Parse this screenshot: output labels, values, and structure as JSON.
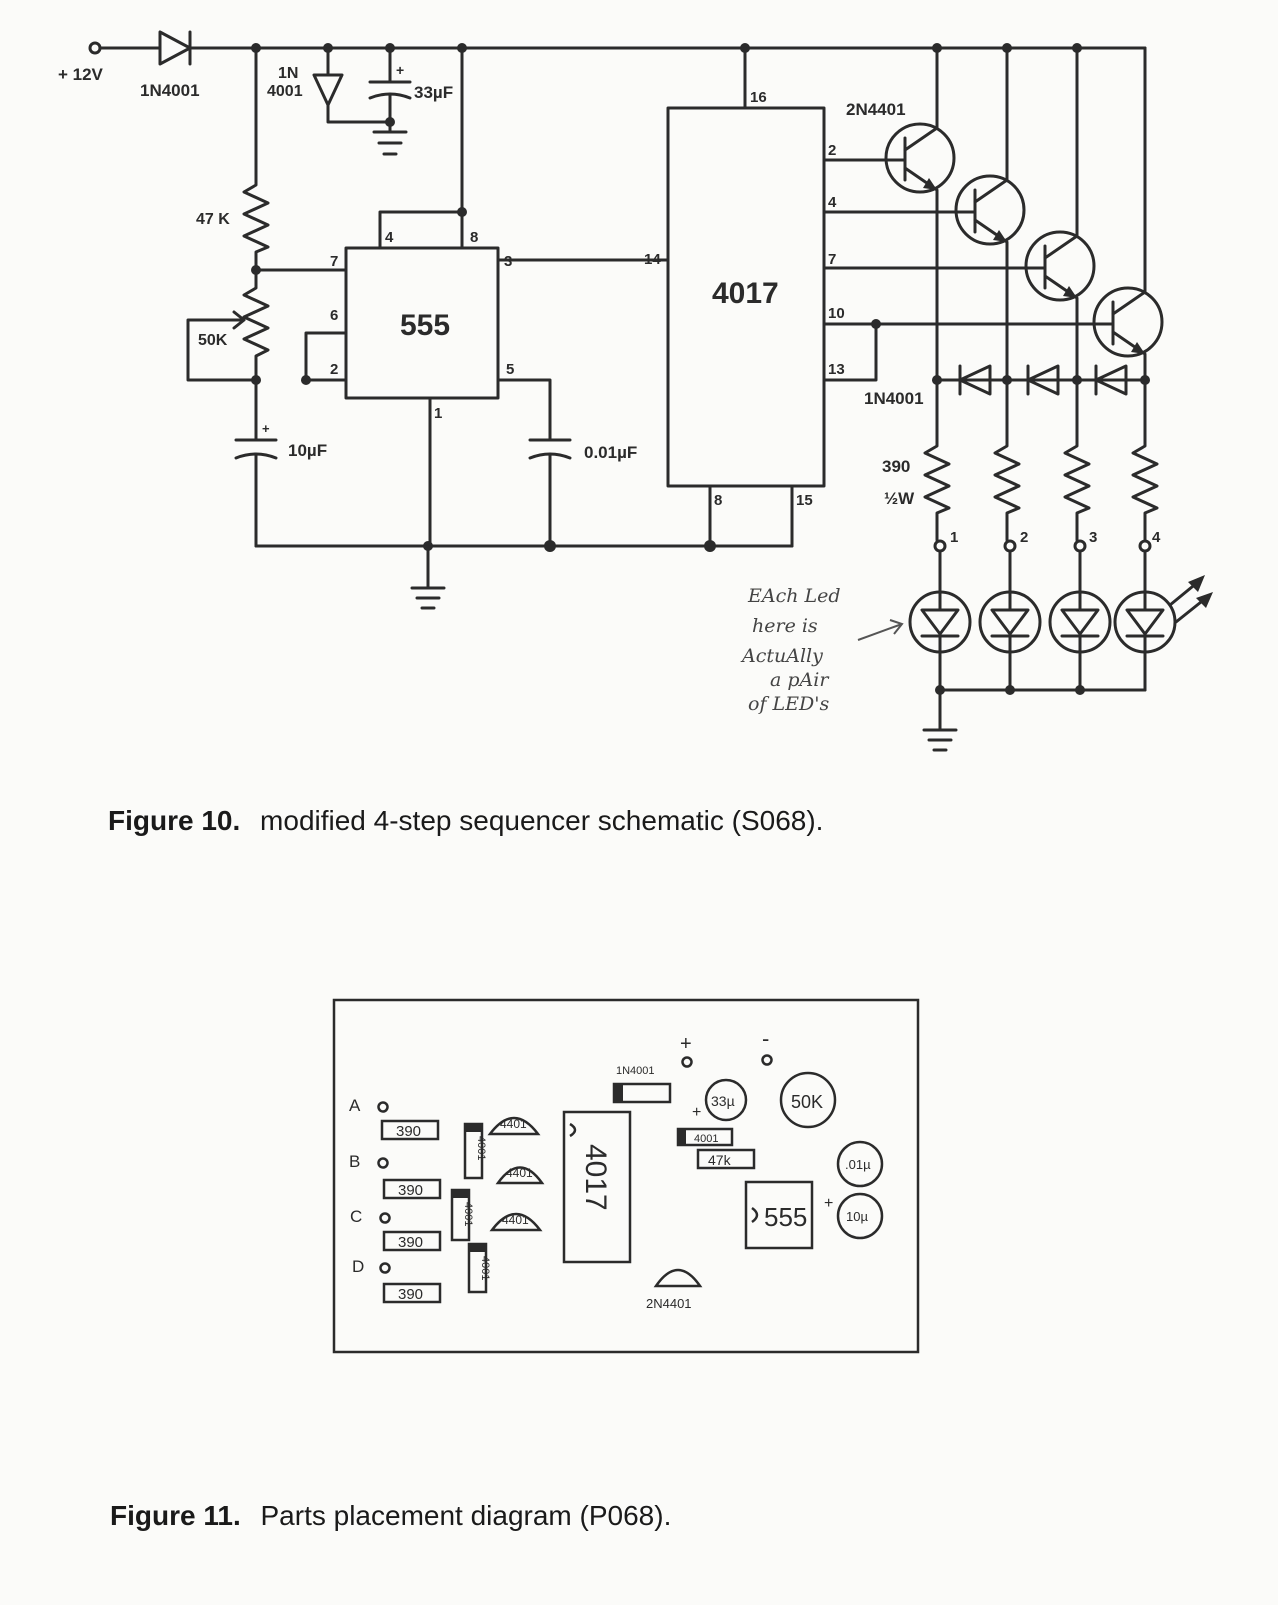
{
  "schematic": {
    "supply": "+ 12V",
    "input_diode": "1N4001",
    "protect_diode_1": "1N",
    "protect_diode_2": "4001",
    "cap_supply": "33µF",
    "r_top": "47 K",
    "pot": "50K",
    "cap_timing": "10µF",
    "cap_ctrl": "0.01µF",
    "ic_timer": "555",
    "ic_counter": "4017",
    "transistor": "2N4401",
    "diode_chain": "1N4001",
    "r_led_1": "390",
    "r_led_2": "½W",
    "pins_555": [
      "4",
      "8",
      "7",
      "3",
      "6",
      "2",
      "5",
      "1"
    ],
    "pins_4017": [
      "16",
      "14",
      "2",
      "4",
      "7",
      "10",
      "13",
      "8",
      "15"
    ],
    "outputs": [
      "1",
      "2",
      "3",
      "4"
    ],
    "note": [
      "EAch Led",
      "here is",
      "ActuAlly",
      "a pAir",
      "of LED's"
    ],
    "plus": "+"
  },
  "fig10": {
    "label": "Figure 10.",
    "text": "modified 4-step sequencer schematic (S068)."
  },
  "pcb": {
    "rows": [
      "A",
      "B",
      "C",
      "D"
    ],
    "resistor": "390",
    "diode_1n4001": "1N4001",
    "diode_small": "4001",
    "transistor_mark": "4401",
    "ic_counter": "4017",
    "ic_timer": "555",
    "r47k": "47k",
    "cap33": "33µ",
    "pot": "50K",
    "cap01": ".01µ",
    "cap10": "10µ",
    "transistor_label": "2N4401",
    "plus": "+",
    "minus": "-"
  },
  "fig11": {
    "label": "Figure 11.",
    "text": "Parts placement diagram (P068)."
  }
}
